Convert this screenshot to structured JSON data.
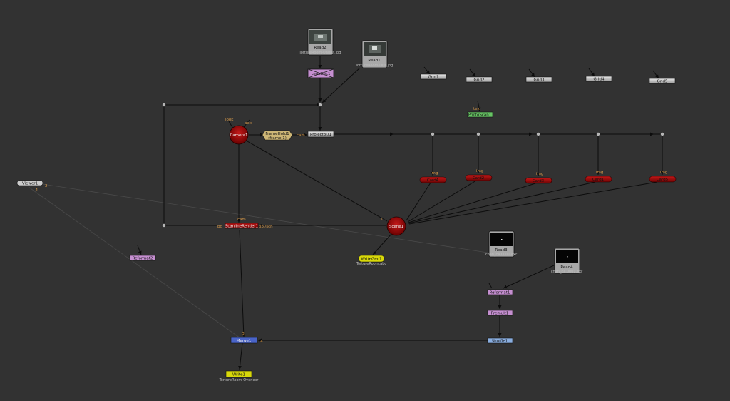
{
  "nodes": {
    "read1": {
      "label": "Read1",
      "file": "TortureRoom-Dist.jpg"
    },
    "read2": {
      "label": "Read2",
      "file": "TortureRoom-Undist.jpg"
    },
    "read3": {
      "label": "Read3",
      "file": "chan_ca.0001.exr"
    },
    "read4": {
      "label": "Read4",
      "file": "chan_ca.0001.exr"
    },
    "undistort": {
      "label": "LensDist1"
    },
    "project": {
      "label": "Project3D1"
    },
    "framehold": {
      "label": "FrameHold1",
      "sub": "(frame 1)"
    },
    "camera": {
      "label": "Camera1"
    },
    "scene": {
      "label": "Scene1"
    },
    "scanline": {
      "label": "ScanlineRender1"
    },
    "writegeo": {
      "label": "WriteGeo1",
      "file": "TortureRoom.abc"
    },
    "write1": {
      "label": "Write1",
      "file": "TortureRoom-Over.exr"
    },
    "merge": {
      "label": "Merge1"
    },
    "shuffle": {
      "label": "Shuffle1"
    },
    "reformat1": {
      "label": "Reformat1"
    },
    "reformat2": {
      "label": "Reformat2"
    },
    "premult": {
      "label": "Premult1"
    },
    "viewer": {
      "label": "Viewer1"
    },
    "photoscan": {
      "label": "PhotoScan1"
    },
    "grids": [
      "Grid1",
      "Grid2",
      "Grid3",
      "Grid4",
      "Grid5"
    ],
    "cards": [
      "Card4",
      "Card2",
      "Card3",
      "Card1",
      "Card5"
    ]
  },
  "ports": {
    "look": "look",
    "axis": "axis",
    "cam": "cam",
    "img": "img",
    "cam_bottom": "cam",
    "bg": "bg",
    "obj_scn": "obj/scn",
    "b": "B",
    "a": "A",
    "viewer_in": "1",
    "viewer_in2": "2",
    "tex": "tex"
  },
  "colors": {
    "background": "#323232",
    "edge": "#0c0c0c",
    "read": "#a8a8a8",
    "grid": "#c8c8c8",
    "camera": "#a50d0d",
    "card": "#a10a0a",
    "write": "#d8d80a",
    "merge": "#4a64c8",
    "reformat": "#c58fd0",
    "framehold": "#cdb676",
    "viewer": "#cccccc",
    "photoscan": "#67c464",
    "port": "#d89a4a"
  }
}
